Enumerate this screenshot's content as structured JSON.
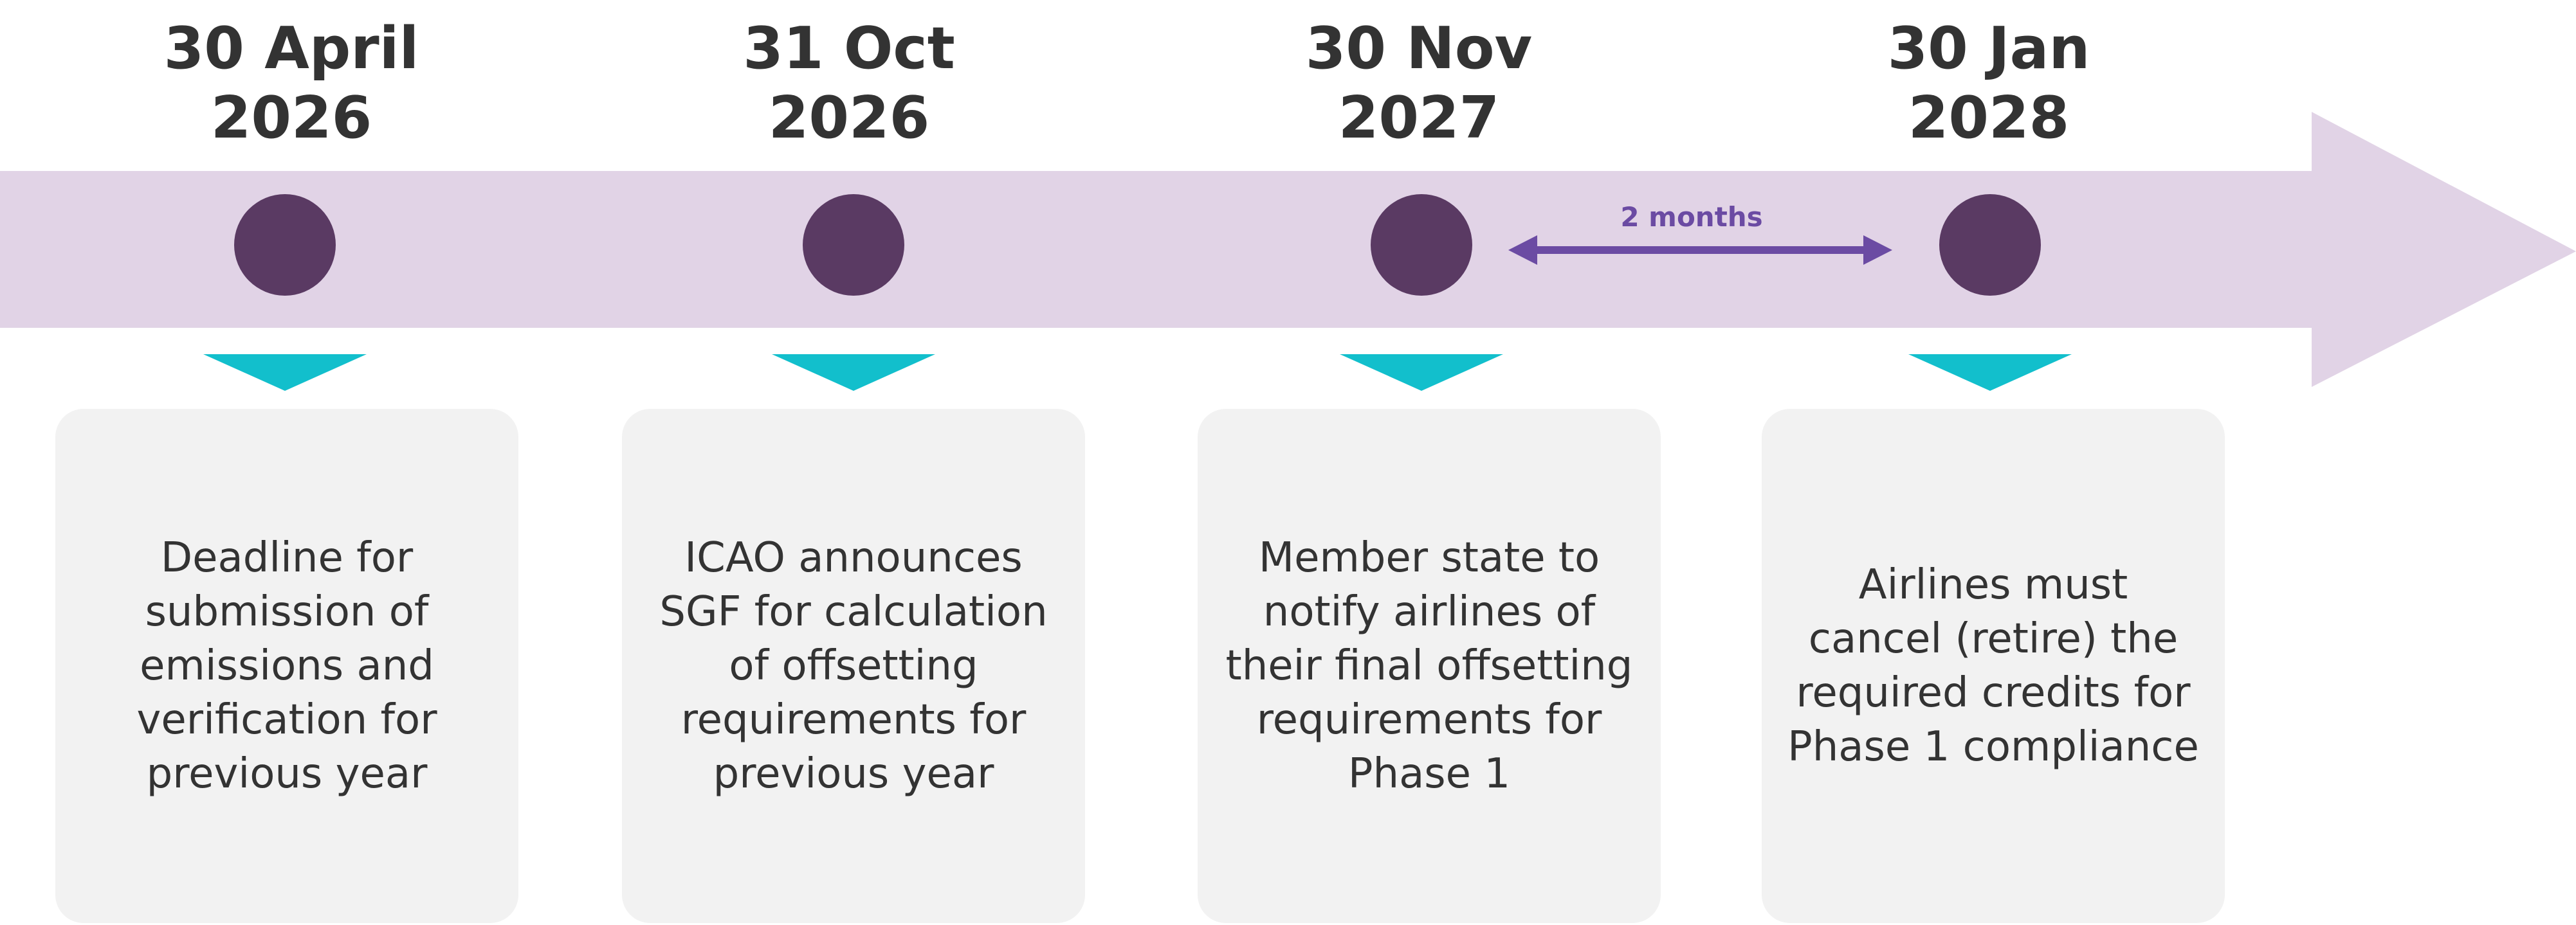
{
  "colors": {
    "band": "#e1d3e6",
    "milestone_dot": "#5a3a63",
    "pointer": "#12bfcc",
    "card_background": "#f2f2f2",
    "text": "#333333",
    "interval_accent": "#6b4ba3"
  },
  "milestones": [
    {
      "date_line1": "30 April",
      "date_line2": "2026",
      "description": "Deadline for\nsubmission of\nemissions and\nverification for\nprevious year"
    },
    {
      "date_line1": "31 Oct",
      "date_line2": "2026",
      "description": "ICAO announces\nSGF for calculation\nof offsetting\nrequirements for\nprevious year"
    },
    {
      "date_line1": "30 Nov",
      "date_line2": "2027",
      "description": "Member state to\nnotify airlines of\ntheir final offsetting\nrequirements for\nPhase 1"
    },
    {
      "date_line1": "30 Jan",
      "date_line2": "2028",
      "description": "Airlines must\ncancel (retire) the\nrequired credits for\nPhase 1 compliance"
    }
  ],
  "interval": {
    "label": "2 months",
    "from": "30 Nov 2027",
    "to": "30 Jan 2028"
  }
}
